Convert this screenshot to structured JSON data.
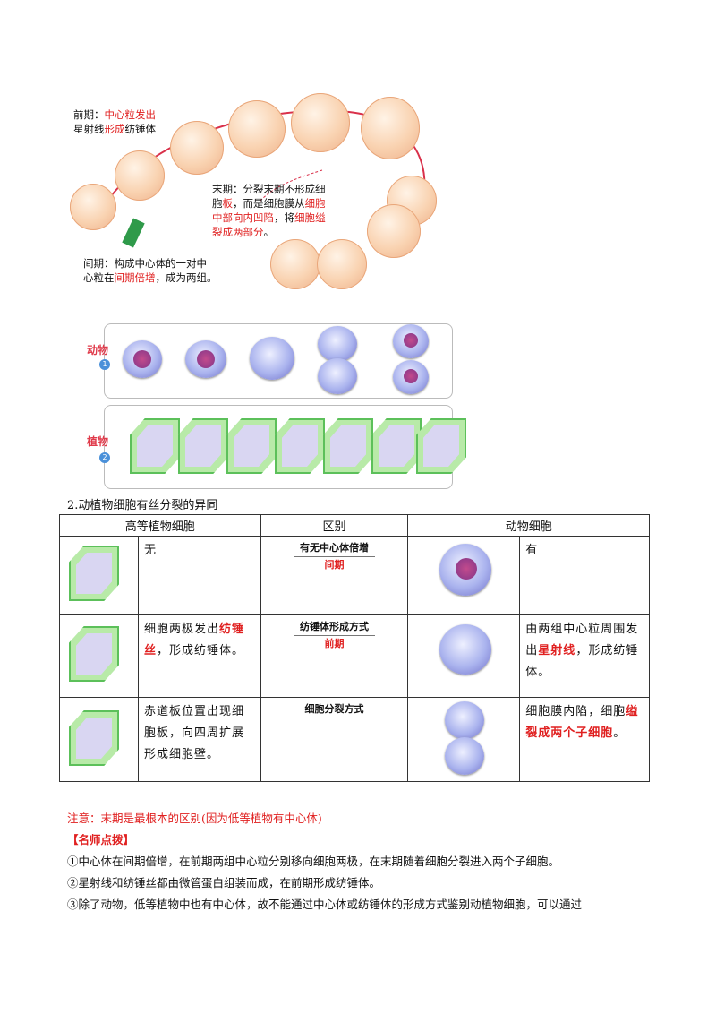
{
  "cycle": {
    "prophase_note": {
      "label": "前期：",
      "red": "中心粒发出",
      "line2a": "星射线",
      "line2red": "形成",
      "line2b": "纺锤体"
    },
    "telophase_note": {
      "l1": "末期：分裂末期不形成细",
      "l2a": "胞",
      "l2red": "板",
      "l2b": "，而是细胞膜从",
      "l2red2": "细胞",
      "l3red": "中部向内凹陷",
      "l3b": "，将",
      "l3red2": "细胞缢",
      "l4red": "裂成两部分",
      "l4b": "。"
    },
    "interphase_note": {
      "l1": "间期：构成中心体的一对中",
      "l2a": "心粒在",
      "l2red": "间期倍增",
      "l2b": "，成为两组。"
    }
  },
  "panels": {
    "animal": {
      "label": "动物",
      "num": "1"
    },
    "plant": {
      "label": "植物",
      "num": "2"
    }
  },
  "section_title": "2.动植物细胞有丝分裂的异同",
  "table": {
    "headers": [
      "高等植物细胞",
      "区别",
      "动物细胞"
    ],
    "rows": [
      {
        "plant": "无",
        "diff": "有无中心体倍增",
        "diff_red": "间期",
        "animal": "有"
      },
      {
        "plant_a": "细胞两极发出",
        "plant_red": "纺锤丝",
        "plant_b": "，形成纺锤体。",
        "diff": "纺锤体形成方式",
        "diff_red": "前期",
        "animal_a": "由两组中心粒周围发出",
        "animal_red": "星射线",
        "animal_b": "，形成纺锤体。"
      },
      {
        "plant": "赤道板位置出现细胞板，向四周扩展形成细胞壁。",
        "diff": "细胞分裂方式",
        "diff_red": "",
        "animal_a": "细胞膜内陷，细胞",
        "animal_red": "缢裂成两个子细胞",
        "animal_b": "。"
      }
    ]
  },
  "notes": {
    "attention": "注意：末期是最根本的区别(因为低等植物有中心体)",
    "tips_title": "【名师点拨】",
    "tip1": "①中心体在间期倍增，在前期两组中心粒分别移向细胞两极，在末期随着细胞分裂进入两个子细胞。",
    "tip2": "②星射线和纺锤丝都由微管蛋白组装而成，在前期形成纺锤体。",
    "tip3": "③除了动物，低等植物中也有中心体，故不能通过中心体或纺锤体的形成方式鉴别动植物细胞，可以通过"
  },
  "colors": {
    "accent_red": "#e02020",
    "plant_green": "#5cc05a",
    "animal_purple": "#6f6fc8"
  }
}
